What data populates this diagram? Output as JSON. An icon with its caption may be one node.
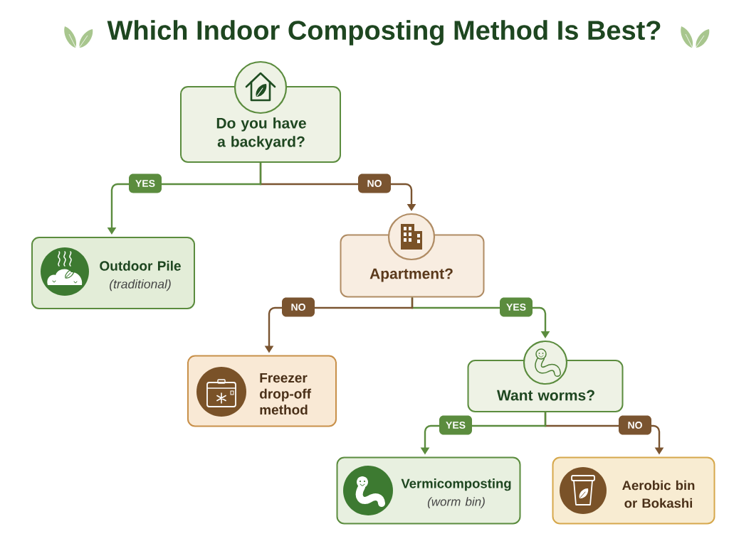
{
  "diagram": {
    "title": "Which Indoor Composting Method Is Best?",
    "nodes": [
      {
        "text": [
          "Do you have a backyard?"
        ]
      },
      {
        "text": [
          "Outdoor Pile",
          "(traditional)"
        ]
      },
      {
        "text": [
          "Apartment?"
        ]
      },
      {
        "text": [
          "Freezer drop-off method"
        ]
      },
      {
        "text": [
          "Want worms?"
        ]
      },
      {
        "text": [
          "Vermicomposting",
          "(worm bin)"
        ]
      },
      {
        "text": [
          "Aerobic bin or Bokashi"
        ]
      }
    ],
    "edges": [
      {
        "from": 0,
        "to": 1,
        "arrow": "to",
        "label": "YES"
      },
      {
        "from": 0,
        "to": 2,
        "arrow": "to",
        "label": "NO",
        "color": "#7a5430"
      },
      {
        "from": 2,
        "to": 3,
        "arrow": "to",
        "label": "NO",
        "color": "#7a5430"
      },
      {
        "from": 2,
        "to": 4,
        "arrow": "to",
        "label": "YES"
      },
      {
        "from": 4,
        "to": 5,
        "arrow": "to",
        "label": "YES"
      },
      {
        "from": 4,
        "to": 6,
        "arrow": "to",
        "label": "NO",
        "color": "#7a5430"
      }
    ]
  }
}
